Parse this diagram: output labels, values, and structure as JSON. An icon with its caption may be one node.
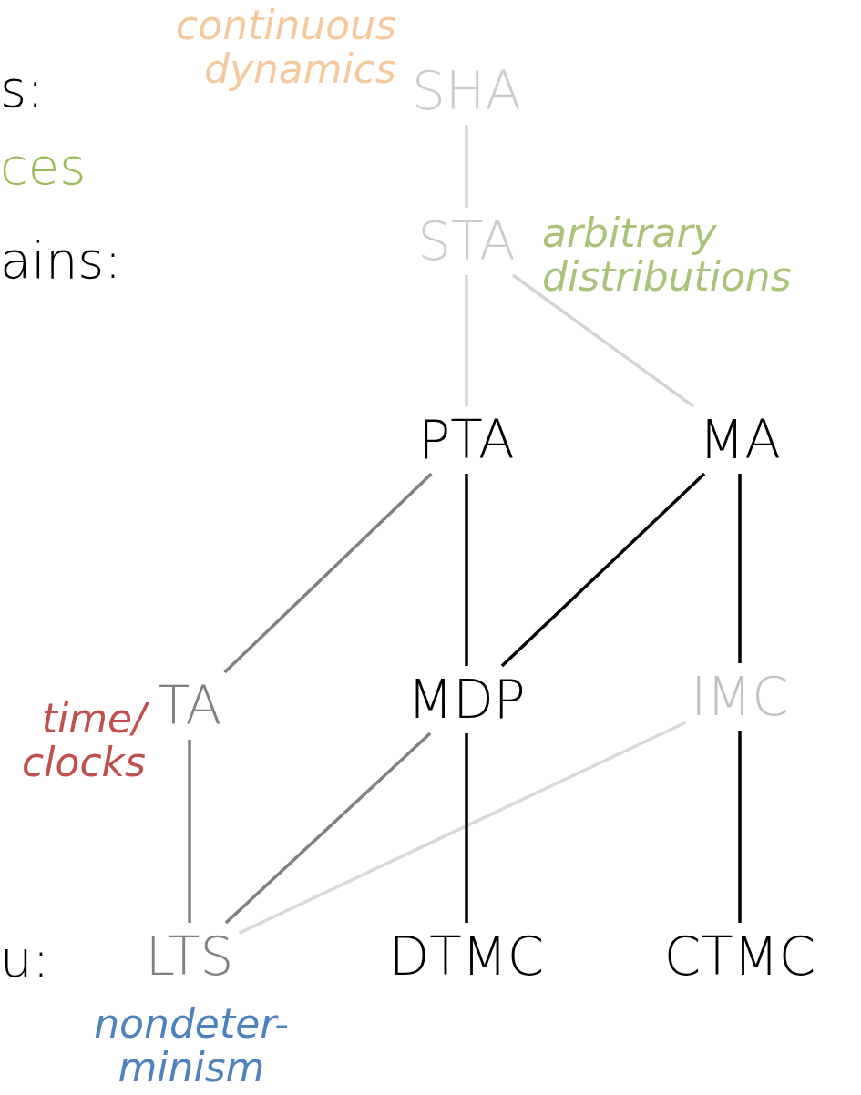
{
  "diagram": {
    "nodes": [
      {
        "text": [
          "SHA"
        ],
        "beside": [
          "continuous dynamics"
        ]
      },
      {
        "text": [
          "STA"
        ],
        "beside": [
          "arbitrary distributions"
        ]
      },
      {
        "text": [
          "PTA"
        ]
      },
      {
        "text": [
          "MA"
        ]
      },
      {
        "text": [
          "TA"
        ],
        "beside": [
          "time/ clocks"
        ]
      },
      {
        "text": [
          "MDP"
        ]
      },
      {
        "text": [
          "IMC"
        ]
      },
      {
        "text": [
          "LTS"
        ],
        "beside": [
          "nondeter- minism"
        ]
      },
      {
        "text": [
          "DTMC"
        ]
      },
      {
        "text": [
          "CTMC"
        ]
      }
    ],
    "edges": [
      {
        "from": 0,
        "to": 1,
        "arrow": "none",
        "color": "#d4d4d4"
      },
      {
        "from": 1,
        "to": 2,
        "arrow": "none",
        "color": "#d4d4d4"
      },
      {
        "from": 1,
        "to": 3,
        "arrow": "none",
        "color": "#d4d4d4"
      },
      {
        "from": 2,
        "to": 4,
        "arrow": "none",
        "color": "#808080"
      },
      {
        "from": 2,
        "to": 5,
        "arrow": "none"
      },
      {
        "from": 3,
        "to": 5,
        "arrow": "none"
      },
      {
        "from": 3,
        "to": 6,
        "arrow": "none"
      },
      {
        "from": 4,
        "to": 7,
        "arrow": "none",
        "color": "#808080"
      },
      {
        "from": 5,
        "to": 7,
        "arrow": "none",
        "color": "#808080"
      },
      {
        "from": 6,
        "to": 7,
        "arrow": "none",
        "color": "#d9d9d9"
      },
      {
        "from": 5,
        "to": 8,
        "arrow": "none"
      },
      {
        "from": 6,
        "to": 9,
        "arrow": "none"
      }
    ],
    "labels": [
      "s:",
      "ces",
      "ains:",
      "u:"
    ]
  }
}
